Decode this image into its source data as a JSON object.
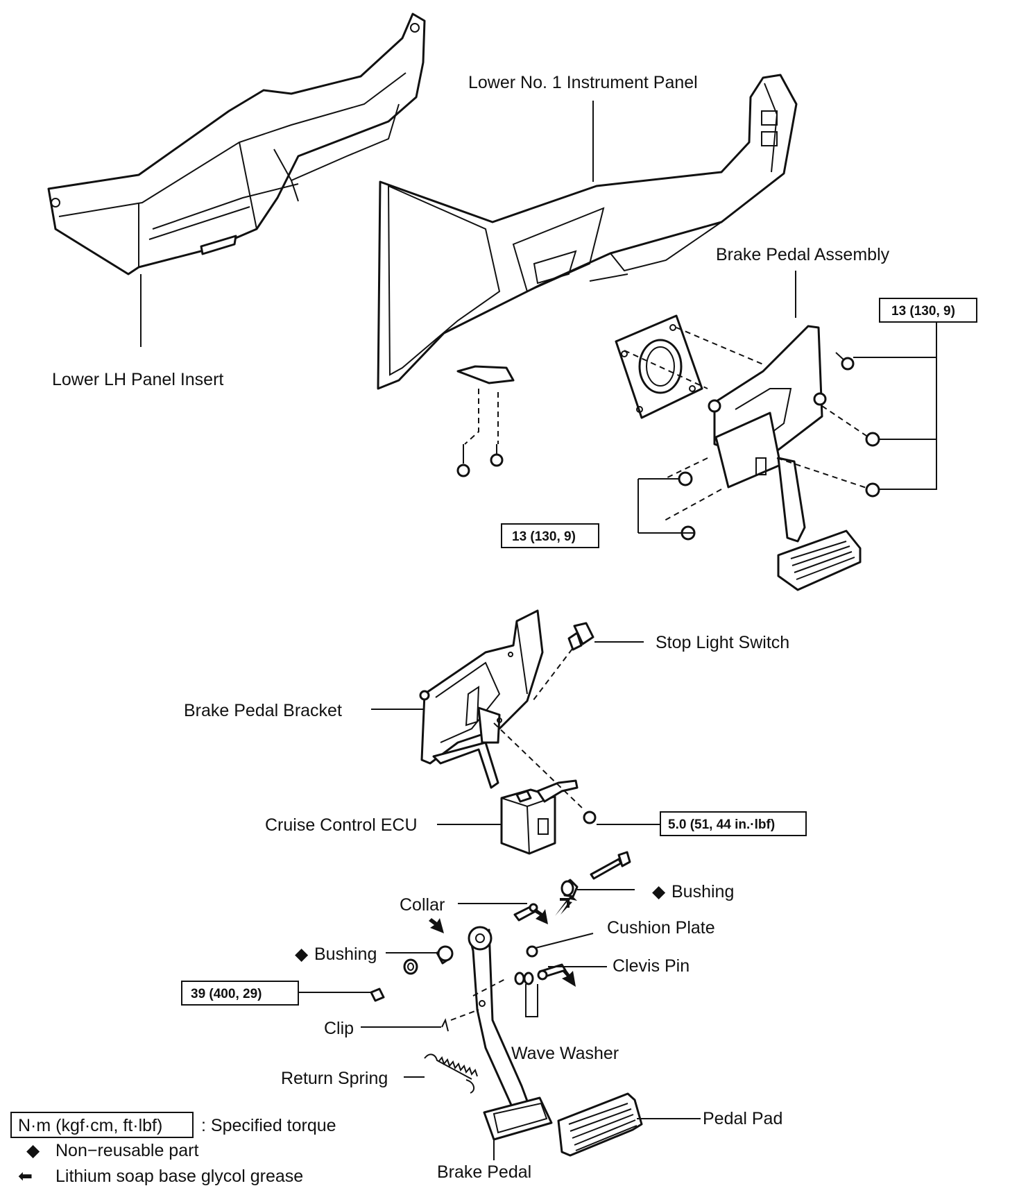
{
  "labels": {
    "lower_lh_panel_insert": "Lower LH Panel Insert",
    "lower_no1_instrument_panel": "Lower No. 1 Instrument Panel",
    "brake_pedal_assembly": "Brake Pedal Assembly",
    "stop_light_switch": "Stop Light Switch",
    "brake_pedal_bracket": "Brake Pedal Bracket",
    "cruise_control_ecu": "Cruise Control ECU",
    "collar": "Collar",
    "bushing_upper": "Bushing",
    "bushing_lower": "Bushing",
    "cushion_plate": "Cushion Plate",
    "clevis_pin": "Clevis Pin",
    "clip": "Clip",
    "wave_washer": "Wave Washer",
    "return_spring": "Return Spring",
    "pedal_pad": "Pedal Pad",
    "brake_pedal": "Brake Pedal"
  },
  "torques": {
    "assembly_right": "13 (130, 9)",
    "assembly_left": "13 (130, 9)",
    "ecu_nut": "5.0 (51, 44 in.·lbf)",
    "pedal_nut": "39 (400, 29)"
  },
  "symbols": {
    "non_reusable": "◆",
    "grease": "⬅"
  },
  "legend": {
    "torque_units": "N·m (kgf·cm, ft·lbf)",
    "torque_desc": ": Specified torque",
    "non_reusable": "Non−reusable part",
    "grease": "Lithium soap base glycol grease"
  }
}
